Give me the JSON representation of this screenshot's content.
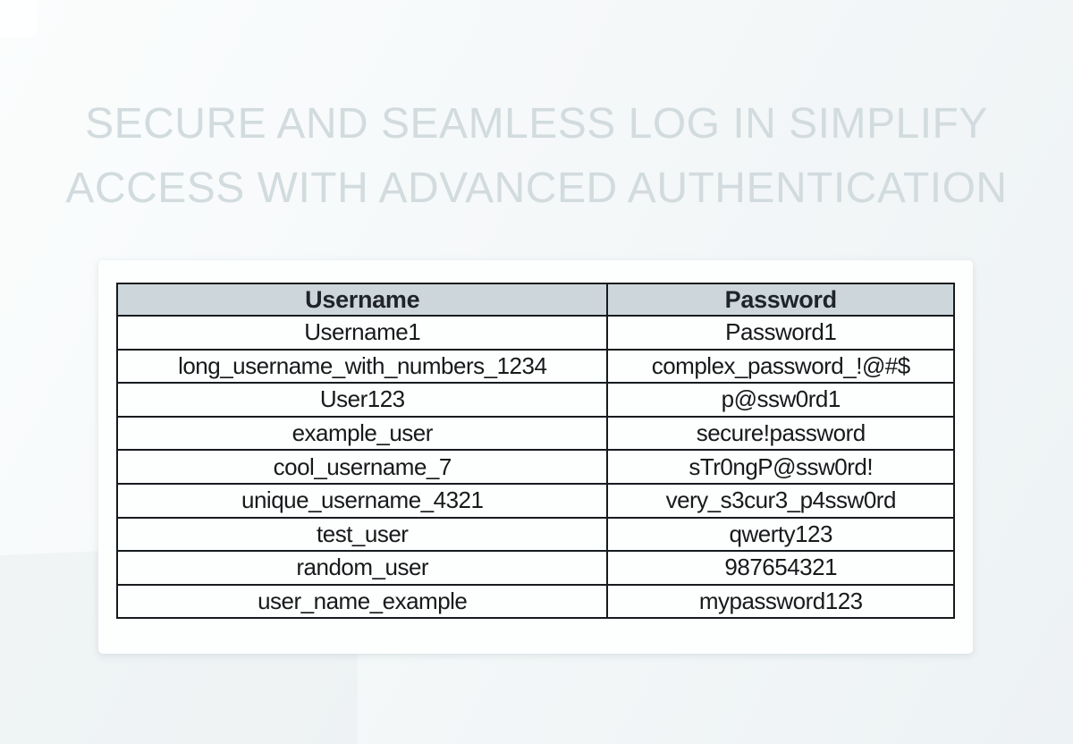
{
  "page": {
    "title_line1": "SECURE AND SEAMLESS LOG IN SIMPLIFY",
    "title_line2": "ACCESS WITH ADVANCED AUTHENTICATION"
  },
  "table": {
    "headers": [
      "Username",
      "Password"
    ],
    "rows": [
      [
        "Username1",
        "Password1"
      ],
      [
        "long_username_with_numbers_1234",
        "complex_password_!@#$"
      ],
      [
        "User123",
        "p@ssw0rd1"
      ],
      [
        "example_user",
        "secure!password"
      ],
      [
        "cool_username_7",
        "sTr0ngP@ssw0rd!"
      ],
      [
        "unique_username_4321",
        "very_s3cur3_p4ssw0rd"
      ],
      [
        "test_user",
        "qwerty123"
      ],
      [
        "random_user",
        "987654321"
      ],
      [
        "user_name_example",
        "mypassword123"
      ]
    ]
  },
  "colors": {
    "page_background_start": "#fbfdfd",
    "page_background_end": "#edf2f4",
    "title_text": "#d2dbde",
    "card_background": "#fdfefe",
    "header_background": "#cdd7db",
    "table_border": "#171b1e",
    "cell_text": "#17191b"
  }
}
